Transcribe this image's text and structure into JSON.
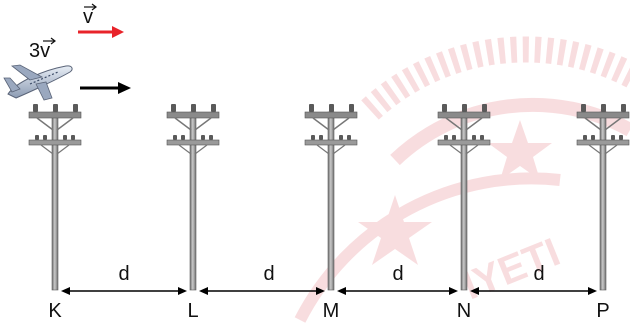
{
  "velocity": {
    "slow_label": "v",
    "fast_label": "3v"
  },
  "colors": {
    "slow_arrow": "#e8232a",
    "fast_arrow": "#000000",
    "pole": "#8a8a8a",
    "watermark": "#f2b9bd"
  },
  "poles": [
    {
      "label": "K"
    },
    {
      "label": "L"
    },
    {
      "label": "M"
    },
    {
      "label": "N"
    },
    {
      "label": "P"
    }
  ],
  "spacings": [
    {
      "label": "d"
    },
    {
      "label": "d"
    },
    {
      "label": "d"
    },
    {
      "label": "d"
    }
  ],
  "watermark": {
    "text": "IYETI"
  }
}
